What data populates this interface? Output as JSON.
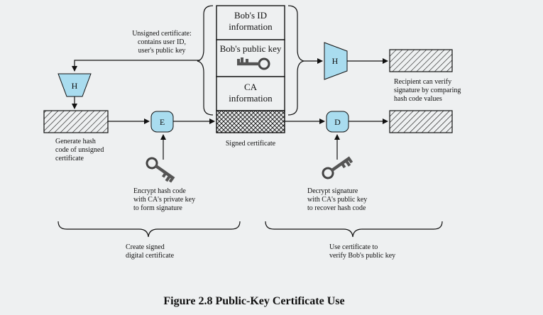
{
  "figure_title": "Figure 2.8  Public-Key Certificate Use",
  "unsigned_certificate_label": [
    "Unsigned certificate:",
    "contains user ID,",
    "user's public key"
  ],
  "certificate_fields": {
    "id_info": [
      "Bob's ID",
      "information"
    ],
    "public_key": "Bob's public key",
    "ca_info": [
      "CA",
      "information"
    ]
  },
  "signed_certificate_label": "Signed certificate",
  "operations": {
    "hash": "H",
    "encrypt": "E",
    "decrypt": "D"
  },
  "generate_hash_label": [
    "Generate hash",
    "code of unsigned",
    "certificate"
  ],
  "encrypt_label": [
    "Encrypt hash code",
    "with CA's private key",
    "to form signature"
  ],
  "decrypt_label": [
    "Decrypt signature",
    "with CA's public key",
    "to recover hash code"
  ],
  "recipient_label": [
    "Recipient can verify",
    "signature by comparing",
    "hash code values"
  ],
  "create_label": [
    "Create signed",
    "digital certificate"
  ],
  "use_label": [
    "Use certificate to",
    "verify Bob's public key"
  ],
  "colors": {
    "operation_fill": "#a9dcef",
    "background": "#eef0f1",
    "stroke": "#111111"
  }
}
